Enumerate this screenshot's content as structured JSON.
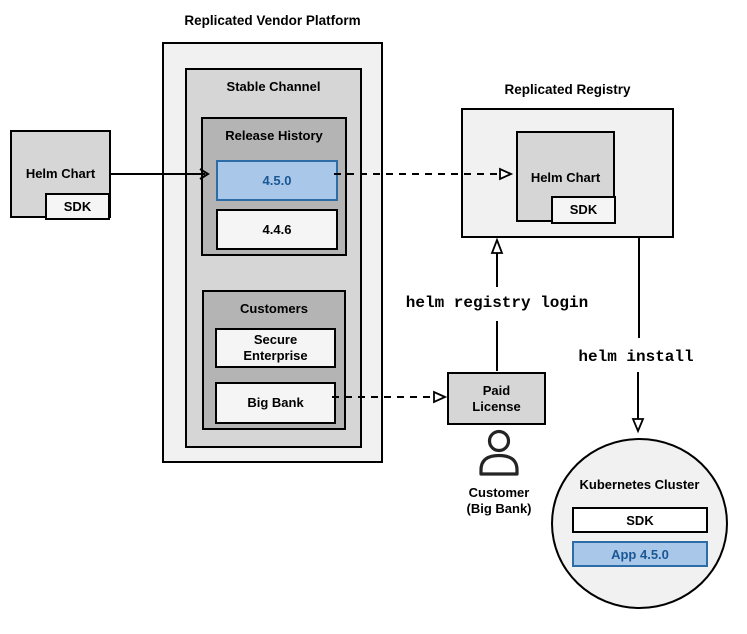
{
  "colors": {
    "highlight_fill": "#a9c7e8",
    "highlight_border": "#2c6da8",
    "highlight_text": "#1a5795",
    "panel_light_gray": "#f1f1f1",
    "panel_mid_gray": "#d6d6d6",
    "panel_dark_gray": "#b4b4b4"
  },
  "platform": {
    "title": "Replicated Vendor Platform",
    "stable_channel": {
      "label": "Stable Channel",
      "release_history": {
        "label": "Release History",
        "versions": [
          {
            "label": "4.5.0",
            "highlighted": true
          },
          {
            "label": "4.4.6",
            "highlighted": false
          }
        ]
      },
      "customers": {
        "label": "Customers",
        "items": [
          {
            "label": "Secure Enterprise"
          },
          {
            "label": "Big Bank"
          }
        ]
      }
    }
  },
  "vendor_helm_chart": {
    "label": "Helm Chart",
    "sdk": "SDK"
  },
  "registry": {
    "title": "Replicated Registry",
    "helm_chart": {
      "label": "Helm Chart",
      "sdk": "SDK"
    }
  },
  "commands": {
    "registry_login": "helm registry login",
    "install": "helm install"
  },
  "paid_license": {
    "label": "Paid License"
  },
  "customer": {
    "line1": "Customer",
    "line2": "(Big Bank)"
  },
  "cluster": {
    "label": "Kubernetes Cluster",
    "sdk": "SDK",
    "app": "App 4.5.0"
  }
}
